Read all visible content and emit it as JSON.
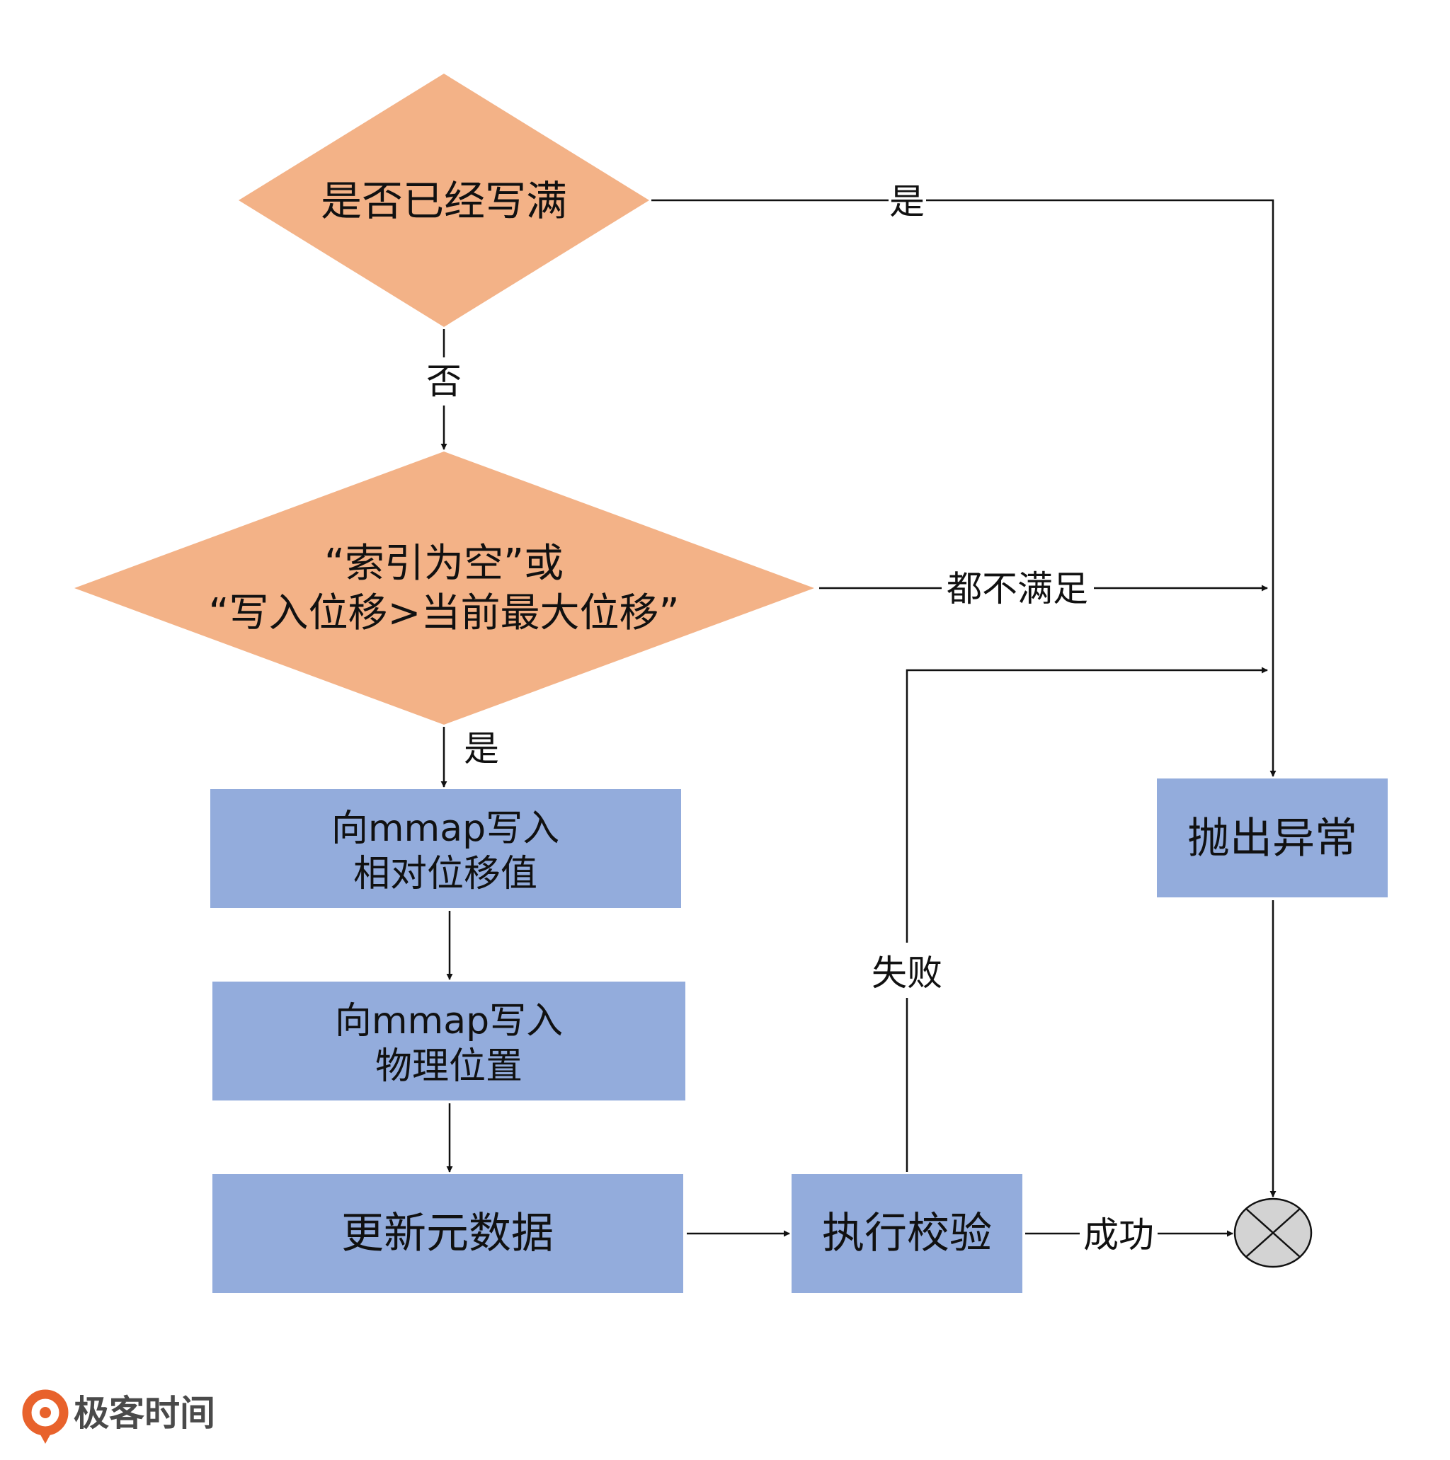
{
  "colors": {
    "decision_fill": "#F3B287",
    "process_fill": "#93ACDC",
    "line": "#111111",
    "terminator_fill": "#D3D3D3",
    "logo_accent": "#E8622C",
    "logo_text": "#4A4A4A"
  },
  "nodes": {
    "is_full": {
      "text": "是否已经写满"
    },
    "index_check": {
      "line1": "“索引为空”或",
      "line2": "“写入位移>当前最大位移”"
    },
    "write_relative": {
      "line1": "向mmap写入",
      "line2": "相对位移值"
    },
    "write_physical": {
      "line1": "向mmap写入",
      "line2": "物理位置"
    },
    "update_meta": {
      "text": "更新元数据"
    },
    "verify": {
      "text": "执行校验"
    },
    "throw_exception": {
      "text": "抛出异常"
    },
    "end": {
      "icon": "cross-circle-icon"
    }
  },
  "edges": {
    "full_yes": "是",
    "full_no": "否",
    "index_yes": "是",
    "index_neither": "都不满足",
    "verify_fail": "失败",
    "verify_success": "成功"
  },
  "logo": {
    "text": "极客时间",
    "icon": "geektime-logo-icon"
  }
}
